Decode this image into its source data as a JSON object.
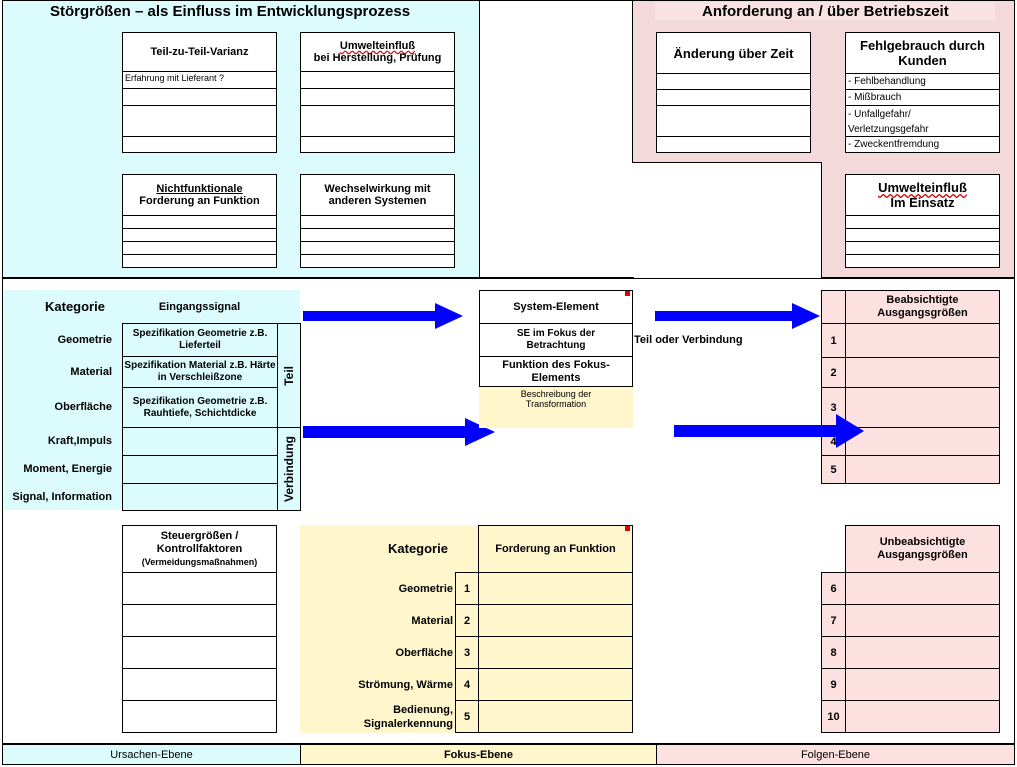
{
  "top_left": {
    "title": "Störgrößen – als Einfluss im Entwicklungsprozess",
    "teil_varianz": {
      "title": "Teil-zu-Teil-Varianz",
      "rows": [
        "Erfahrung mit Lieferant ?",
        "",
        "",
        ""
      ]
    },
    "umwelt_herstellung": {
      "title_line1": "Umwelteinfluß",
      "title_line2": "bei Herstellung, Prüfung",
      "rows": [
        "",
        "",
        "",
        ""
      ]
    },
    "nichtfunktionale": {
      "title_line1": "Nichtfunktionale",
      "title_line2": "Forderung an Funktion",
      "rows": [
        "",
        "",
        "",
        ""
      ]
    },
    "wechselwirkung": {
      "title_line1": "Wechselwirkung mit",
      "title_line2": "anderen Systemen",
      "rows": [
        "",
        "",
        "",
        ""
      ]
    }
  },
  "top_right": {
    "title": "Anforderung an / über Betriebszeit",
    "aenderung": {
      "title": "Änderung über Zeit",
      "rows": [
        "",
        "",
        "",
        ""
      ]
    },
    "fehlgebrauch": {
      "title": "Fehlgebrauch durch Kunden",
      "rows": [
        "- Fehlbehandlung",
        "- Mißbrauch",
        "- Unfallgefahr/ Verletzungsgefahr",
        "- Zweckentfremdung"
      ]
    },
    "umwelt_einsatz": {
      "title_line1": "Umwelteinfluß",
      "title_line2": "Im Einsatz",
      "rows": [
        "",
        "",
        "",
        ""
      ]
    }
  },
  "middle": {
    "kategorie_label": "Kategorie",
    "eingangssignal_label": "Eingangssignal",
    "categories": [
      "Geometrie",
      "Material",
      "Oberfläche",
      "Kraft,Impuls",
      "Moment, Energie",
      "Signal, Information"
    ],
    "inputs": [
      "Spezifikation Geometrie z.B. Lieferteil",
      "Spezifikation Material z.B. Härte in Verschleißzone",
      "Spezifikation Geometrie z.B. Rauhtiefe, Schichtdicke",
      "",
      "",
      ""
    ],
    "teil_label": "Teil",
    "verbindung_label": "Verbindung",
    "system_element": "System-Element",
    "se_fokus": "SE im Fokus der Betrachtung",
    "funktion_fokus": "Funktion des Fokus-Elements",
    "beschreibung": "Beschreibung der Transformation",
    "teil_oder_verbindung": "Teil oder Verbindung",
    "outputs_title": "Beabsichtigte Ausgangsgrößen",
    "output_numbers": [
      "1",
      "2",
      "3",
      "4",
      "5"
    ],
    "arrow_color": "#0000ff"
  },
  "bottom": {
    "steuer_title": "Steuergrößen / Kontrollfaktoren",
    "steuer_sub": "(Vermeidungsmaßnahmen)",
    "kategorie_label": "Kategorie",
    "forderung_label": "Forderung an Funktion",
    "categories": [
      "Geometrie",
      "Material",
      "Oberfläche",
      "Strömung, Wärme",
      "Bedienung, Signalerkennung"
    ],
    "numbers": [
      "1",
      "2",
      "3",
      "4",
      "5"
    ],
    "unbeab_title": "Unbeabsichtigte Ausgangsgrößen",
    "unbeab_numbers": [
      "6",
      "7",
      "8",
      "9",
      "10"
    ]
  },
  "footer": {
    "ursachen": "Ursachen-Ebene",
    "fokus": "Fokus-Ebene",
    "folgen": "Folgen-Ebene"
  }
}
